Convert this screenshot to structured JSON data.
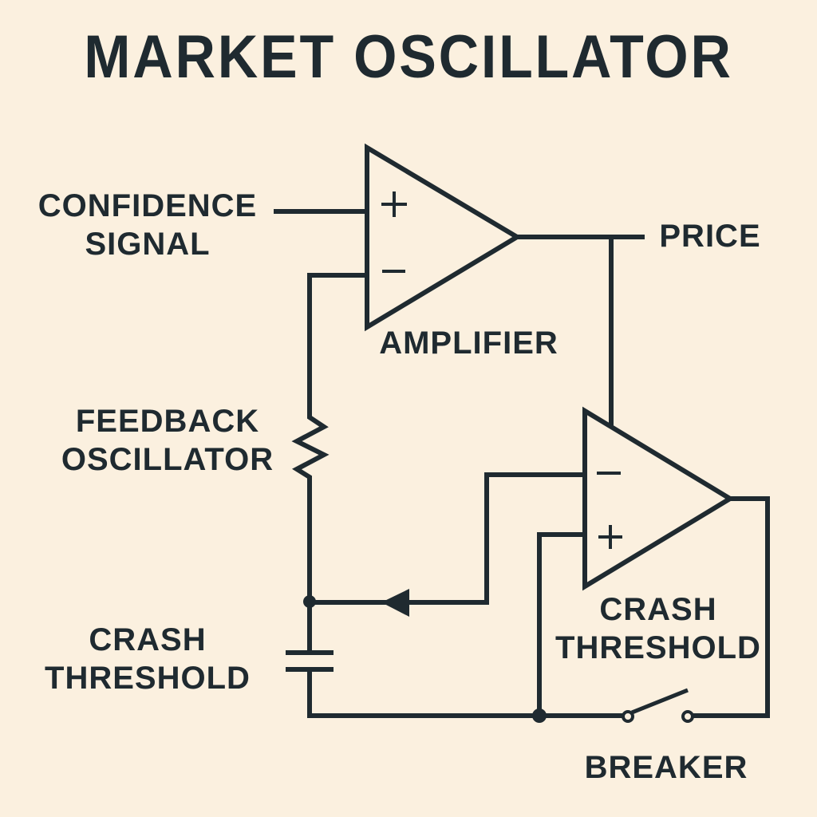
{
  "title": "MARKET OSCILLATOR",
  "colors": {
    "background": "#FBF0DF",
    "ink": "#1F2A30"
  },
  "components": {
    "amplifier": {
      "label": "AMPLIFIER",
      "plus_symbol": "+",
      "minus_symbol": "−"
    },
    "comparator": {
      "label_line1": "CRASH",
      "label_line2": "THRESHOLD",
      "plus_symbol": "+",
      "minus_symbol": "−"
    },
    "resistor": {
      "label_line1": "FEEDBACK",
      "label_line2": "OSCILLATOR"
    },
    "capacitor": {
      "label_line1": "CRASH",
      "label_line2": "THRESHOLD"
    },
    "switch": {
      "label": "BREAKER",
      "state": "open"
    }
  },
  "signals": {
    "input_line1": "CONFIDENCE",
    "input_line2": "SIGNAL",
    "output": "PRICE"
  }
}
